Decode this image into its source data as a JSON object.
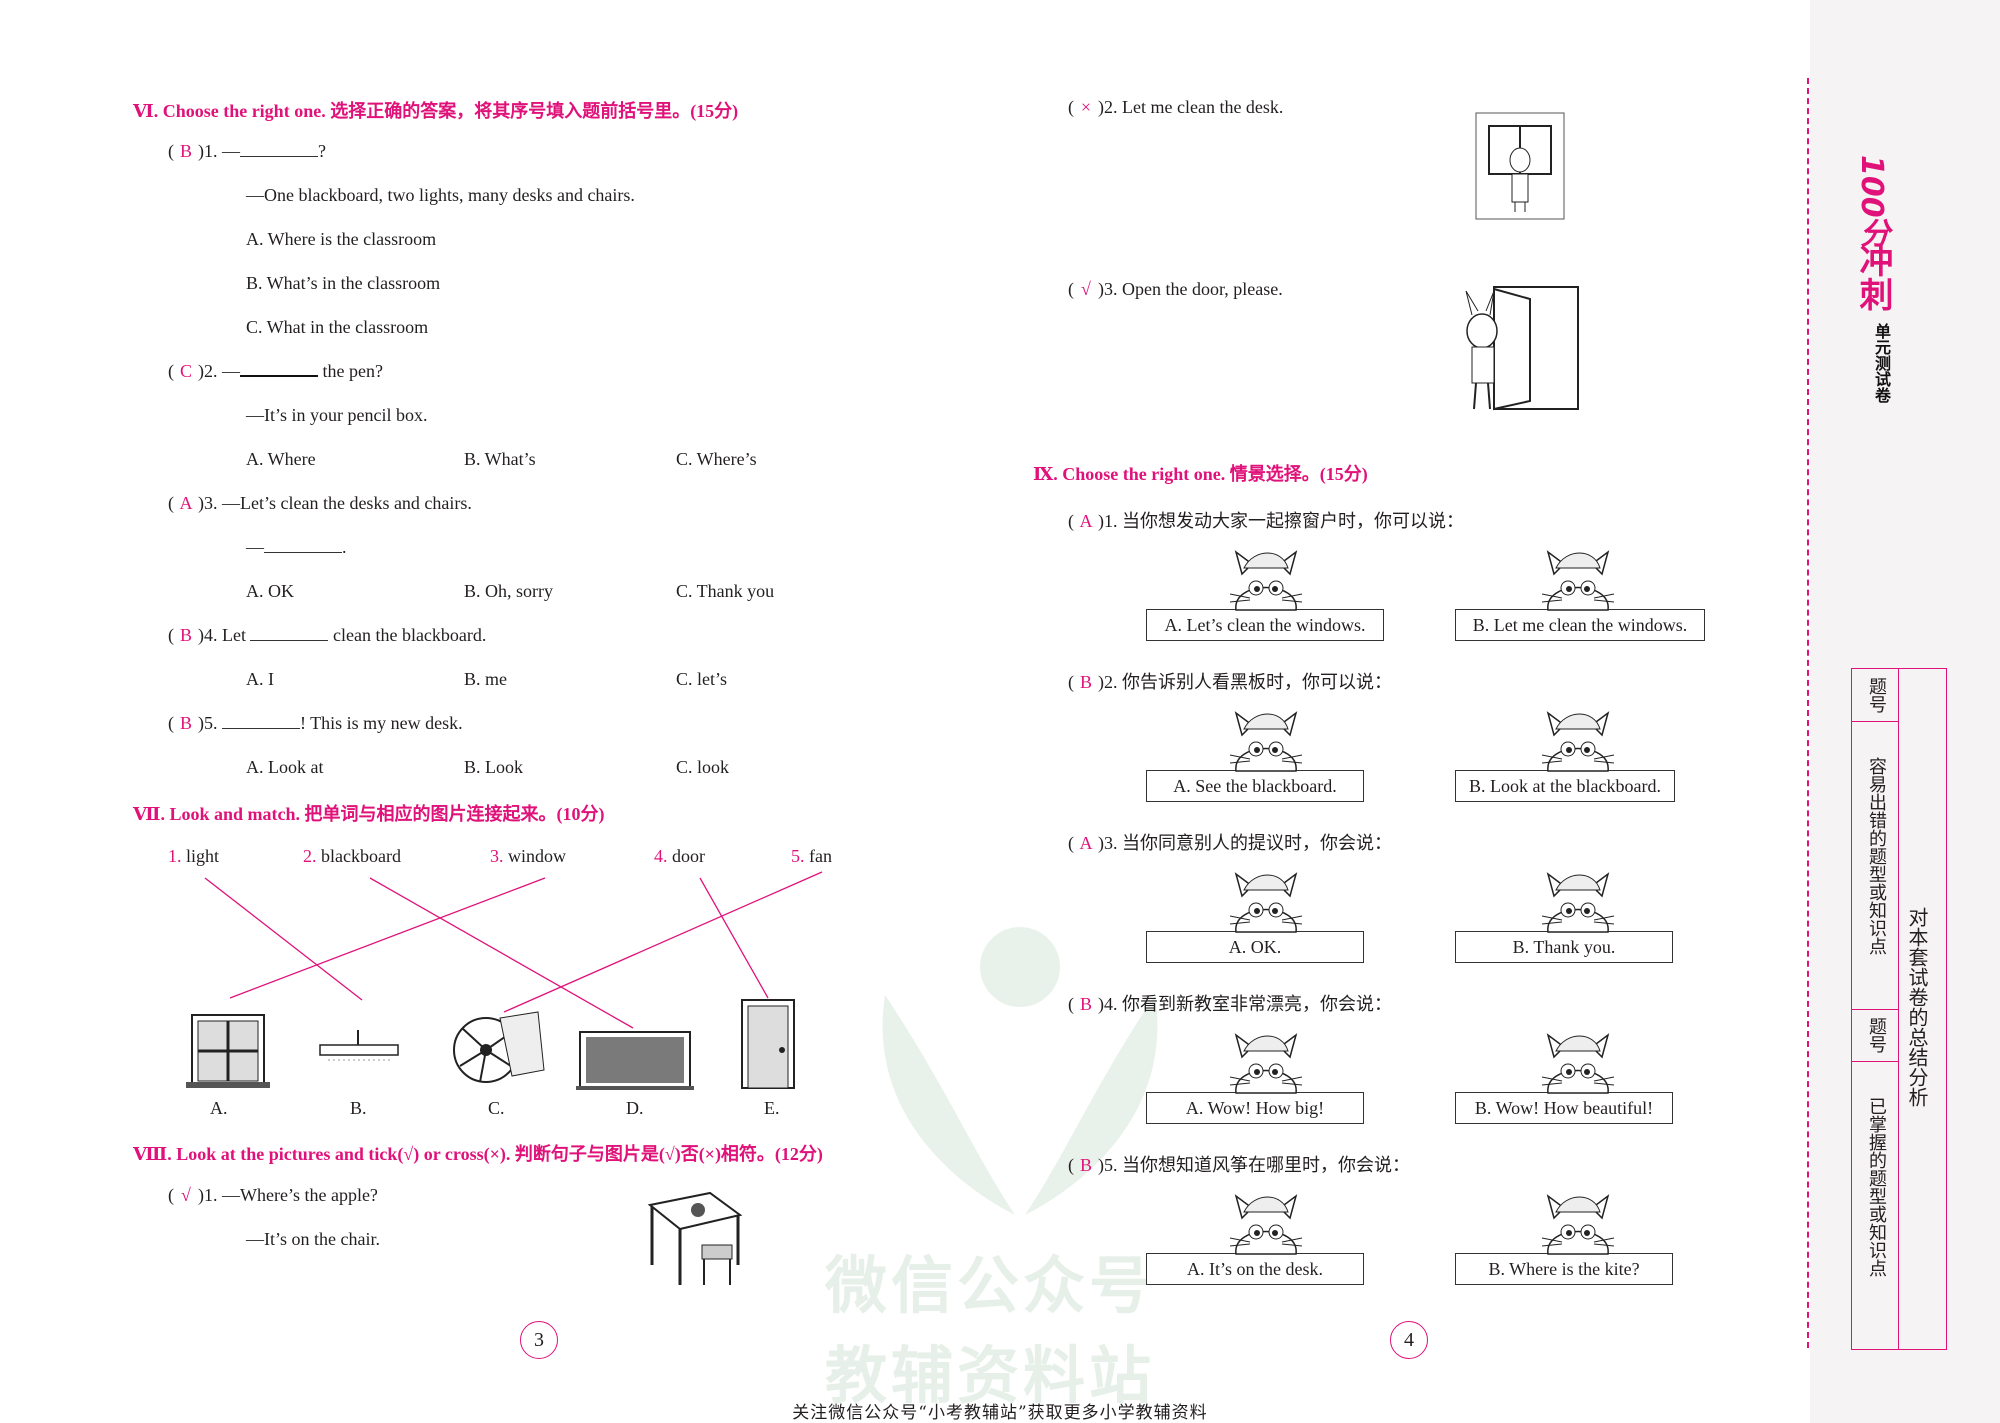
{
  "sec6": {
    "title": "Ⅵ. Choose the right one. 选择正确的答案，将其序号填入题前括号里。(15分)",
    "items": [
      {
        "ans": "B",
        "num": ")1. —",
        "tail": "?"
      },
      {
        "ans": "C",
        "num": ")2. —",
        "tail": "the pen?"
      },
      {
        "ans": "A",
        "num": ")3. —Let’s clean the desks and chairs."
      },
      {
        "ans": "B",
        "num": ")4. Let",
        "tail": "clean the blackboard."
      },
      {
        "ans": "B",
        "num": ")5.",
        "tail": "!  This is my new desk."
      }
    ],
    "q1_reply": "—One blackboard, two lights, many desks and chairs.",
    "q1_opts": [
      "A. Where is the classroom",
      "B. What’s in the classroom",
      "C. What in the classroom"
    ],
    "q2_reply": "—It’s in your pencil box.",
    "q2_opts": [
      "A. Where",
      "B. What’s",
      "C. Where’s"
    ],
    "q3_reply": "—",
    "q3_opts": [
      "A. OK",
      "B. Oh, sorry",
      "C. Thank you"
    ],
    "q4_opts": [
      "A. I",
      "B. me",
      "C. let’s"
    ],
    "q5_opts": [
      "A. Look at",
      "B. Look",
      "C. look"
    ]
  },
  "sec7": {
    "title": "Ⅶ. Look and match. 把单词与相应的图片连接起来。(10分)",
    "words": [
      {
        "n": "1.",
        "w": "light"
      },
      {
        "n": "2.",
        "w": "blackboard"
      },
      {
        "n": "3.",
        "w": "window"
      },
      {
        "n": "4.",
        "w": "door"
      },
      {
        "n": "5.",
        "w": "fan"
      }
    ],
    "pics": [
      "A.",
      "B.",
      "C.",
      "D.",
      "E."
    ]
  },
  "sec8": {
    "title": "Ⅷ. Look at the pictures and tick(√) or cross(×). 判断句子与图片是(√)否(×)相符。(12分)",
    "items": [
      {
        "ans": "√",
        "num": ")1. —Where’s the apple?",
        "reply": "—It’s on the chair."
      },
      {
        "ans": "×",
        "num": ")2. Let me clean the desk."
      },
      {
        "ans": "√",
        "num": ")3. Open the door, please."
      }
    ]
  },
  "sec9": {
    "title": "Ⅸ. Choose the right one. 情景选择。(15分)",
    "items": [
      {
        "ans": "A",
        "q": ")1. 当你想发动大家一起擦窗户时，你可以说：",
        "a": "A. Let’s clean the windows.",
        "b": "B. Let me clean the windows."
      },
      {
        "ans": "B",
        "q": ")2. 你告诉别人看黑板时，你可以说：",
        "a": "A. See the blackboard.",
        "b": "B. Look at the blackboard."
      },
      {
        "ans": "A",
        "q": ")3. 当你同意别人的提议时，你会说：",
        "a": "A. OK.",
        "b": "B. Thank you."
      },
      {
        "ans": "B",
        "q": ")4. 你看到新教室非常漂亮，你会说：",
        "a": "A. Wow!  How big!",
        "b": "B. Wow!  How beautiful!"
      },
      {
        "ans": "B",
        "q": ")5. 当你想知道风筝在哪里时，你会说：",
        "a": "A. It’s on the desk.",
        "b": "B. Where is the kite?"
      }
    ]
  },
  "pages": {
    "left": "3",
    "right": "4"
  },
  "brand": {
    "score": "100分",
    "name": "冲刺",
    "sub": "单元测试卷"
  },
  "table": {
    "col1": "题号",
    "col2": "容易出错的题型或知识点",
    "col3": "对本套试卷的总结分析",
    "col4": "题号",
    "col5": "已掌握的题型或知识点"
  },
  "watermark": {
    "l1": "微信公众号",
    "l2": "教辅资料站"
  },
  "footer": "关注微信公众号“小考教辅站”获取更多小学教辅资料",
  "colors": {
    "accent": "#e0127a"
  }
}
